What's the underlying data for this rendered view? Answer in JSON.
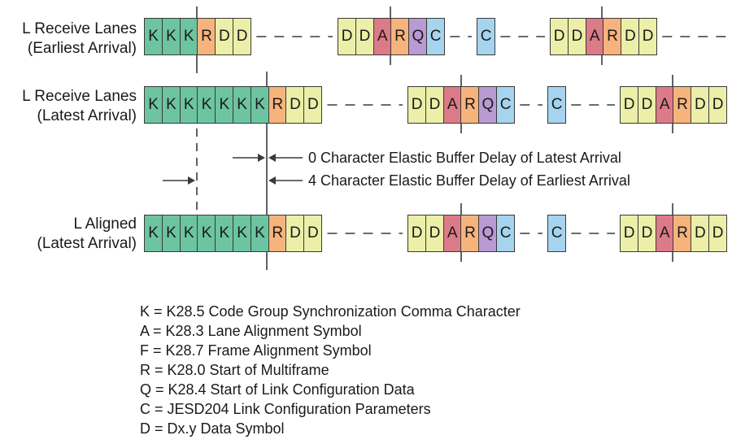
{
  "rows": [
    {
      "label1": "L Receive Lanes",
      "label2": "(Earliest Arrival)",
      "groups": [
        {
          "cells": [
            "K",
            "K",
            "K",
            "R",
            "D",
            "D"
          ]
        },
        {
          "cells": [
            "D",
            "D",
            "A",
            "R",
            "Q",
            "C"
          ]
        },
        {
          "cells": [
            "C"
          ]
        },
        {
          "cells": [
            "D",
            "D",
            "A",
            "R",
            "D",
            "D"
          ]
        }
      ]
    },
    {
      "label1": "L Receive Lanes",
      "label2": "(Latest Arrival)",
      "groups": [
        {
          "cells": [
            "K",
            "K",
            "K",
            "K",
            "K",
            "K",
            "K",
            "R",
            "D",
            "D"
          ]
        },
        {
          "cells": [
            "D",
            "D",
            "A",
            "R",
            "Q",
            "C"
          ]
        },
        {
          "cells": [
            "C"
          ]
        },
        {
          "cells": [
            "D",
            "D",
            "A",
            "R",
            "D",
            "D"
          ]
        }
      ]
    },
    {
      "label1": "L Aligned",
      "label2": "(Latest Arrival)",
      "groups": [
        {
          "cells": [
            "K",
            "K",
            "K",
            "K",
            "K",
            "K",
            "K",
            "R",
            "D",
            "D"
          ]
        },
        {
          "cells": [
            "D",
            "D",
            "A",
            "R",
            "Q",
            "C"
          ]
        },
        {
          "cells": [
            "C"
          ]
        },
        {
          "cells": [
            "D",
            "D",
            "A",
            "R",
            "D",
            "D"
          ]
        }
      ]
    }
  ],
  "annotations": {
    "delay_latest": "0 Character Elastic Buffer Delay of Latest Arrival",
    "delay_earliest": "4 Character Elastic Buffer Delay of Earliest Arrival"
  },
  "legend": [
    "K = K28.5 Code Group Synchronization Comma Character",
    "A = K28.3 Lane Alignment Symbol",
    "F = K28.7 Frame Alignment Symbol",
    "R = K28.0 Start of Multiframe",
    "Q = K28.4 Start of Link Configuration Data",
    "C = JESD204 Link Configuration Parameters",
    "D = Dx.y Data Symbol"
  ],
  "colors": {
    "K": "#6cc4a0",
    "R": "#f6b47c",
    "D": "#ecefa8",
    "A": "#dc7b88",
    "Q": "#b99ad2",
    "C": "#a6d4ee",
    "line": "#3a3a3a"
  }
}
